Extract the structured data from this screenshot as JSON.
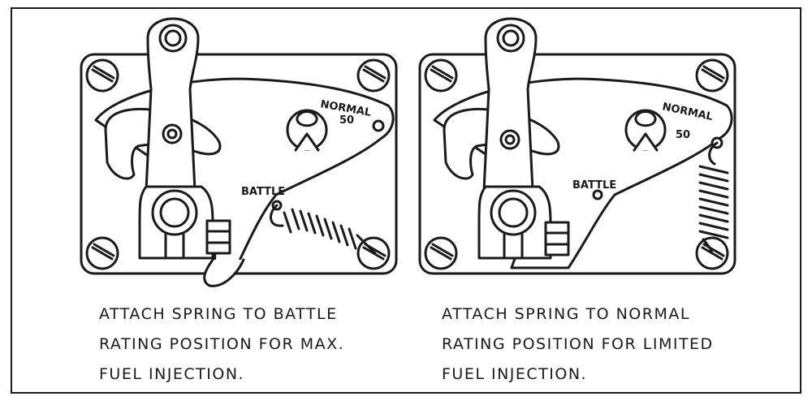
{
  "panels": [
    {
      "id": "battle",
      "normal_label": "NORMAL",
      "normal_value": "50",
      "battle_label": "BATTLE",
      "caption": [
        "ATTACH SPRING TO BATTLE",
        "RATING POSITION FOR MAX.",
        "FUEL INJECTION."
      ]
    },
    {
      "id": "normal",
      "normal_label": "NORMAL",
      "normal_value": "50",
      "battle_label": "BATTLE",
      "caption": [
        "ATTACH SPRING TO NORMAL",
        "RATING POSITION FOR LIMITED",
        "FUEL INJECTION."
      ]
    }
  ],
  "colors": {
    "ink": "#1a1a1a",
    "paper": "#ffffff"
  }
}
